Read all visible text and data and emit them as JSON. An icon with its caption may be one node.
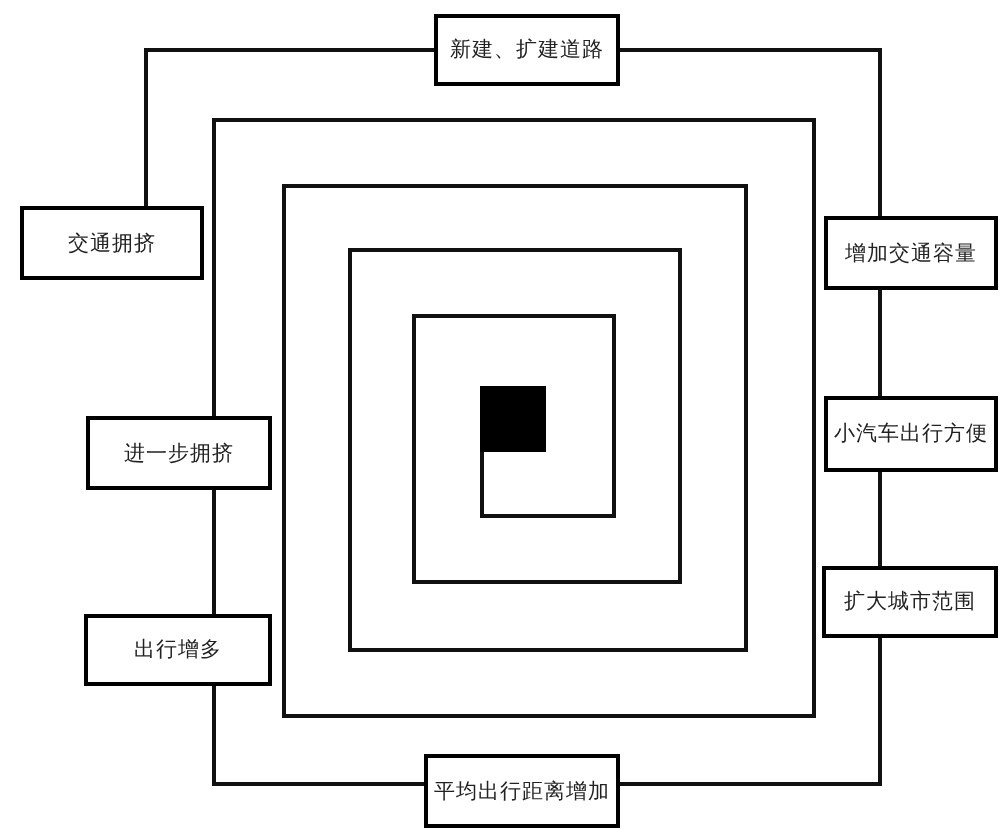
{
  "diagram": {
    "nodes": [
      {
        "text": [
          "新建、扩建道路"
        ]
      },
      {
        "text": [
          "交通拥挤"
        ]
      },
      {
        "text": [
          "增加交通容量"
        ]
      },
      {
        "text": [],
        "shape": "box"
      },
      {
        "text": [
          "进一步拥挤"
        ]
      },
      {
        "text": [
          "小汽车出行方便"
        ]
      },
      {
        "text": [
          "扩大城市范围"
        ]
      },
      {
        "text": [
          "出行增多"
        ]
      },
      {
        "text": [
          "平均出行距离增加"
        ]
      }
    ],
    "edges": [
      {
        "from": 0,
        "to": 1,
        "arrow": "none"
      },
      {
        "from": 0,
        "to": 2,
        "arrow": "none"
      },
      {
        "from": 2,
        "to": 5,
        "arrow": "none"
      },
      {
        "from": 5,
        "to": 6,
        "arrow": "none"
      },
      {
        "from": 6,
        "to": 8,
        "arrow": "none"
      },
      {
        "from": 8,
        "to": 7,
        "arrow": "none"
      },
      {
        "from": 7,
        "to": 4,
        "arrow": "none"
      },
      {
        "from": 4,
        "to": 3,
        "arrow": "none"
      }
    ]
  }
}
